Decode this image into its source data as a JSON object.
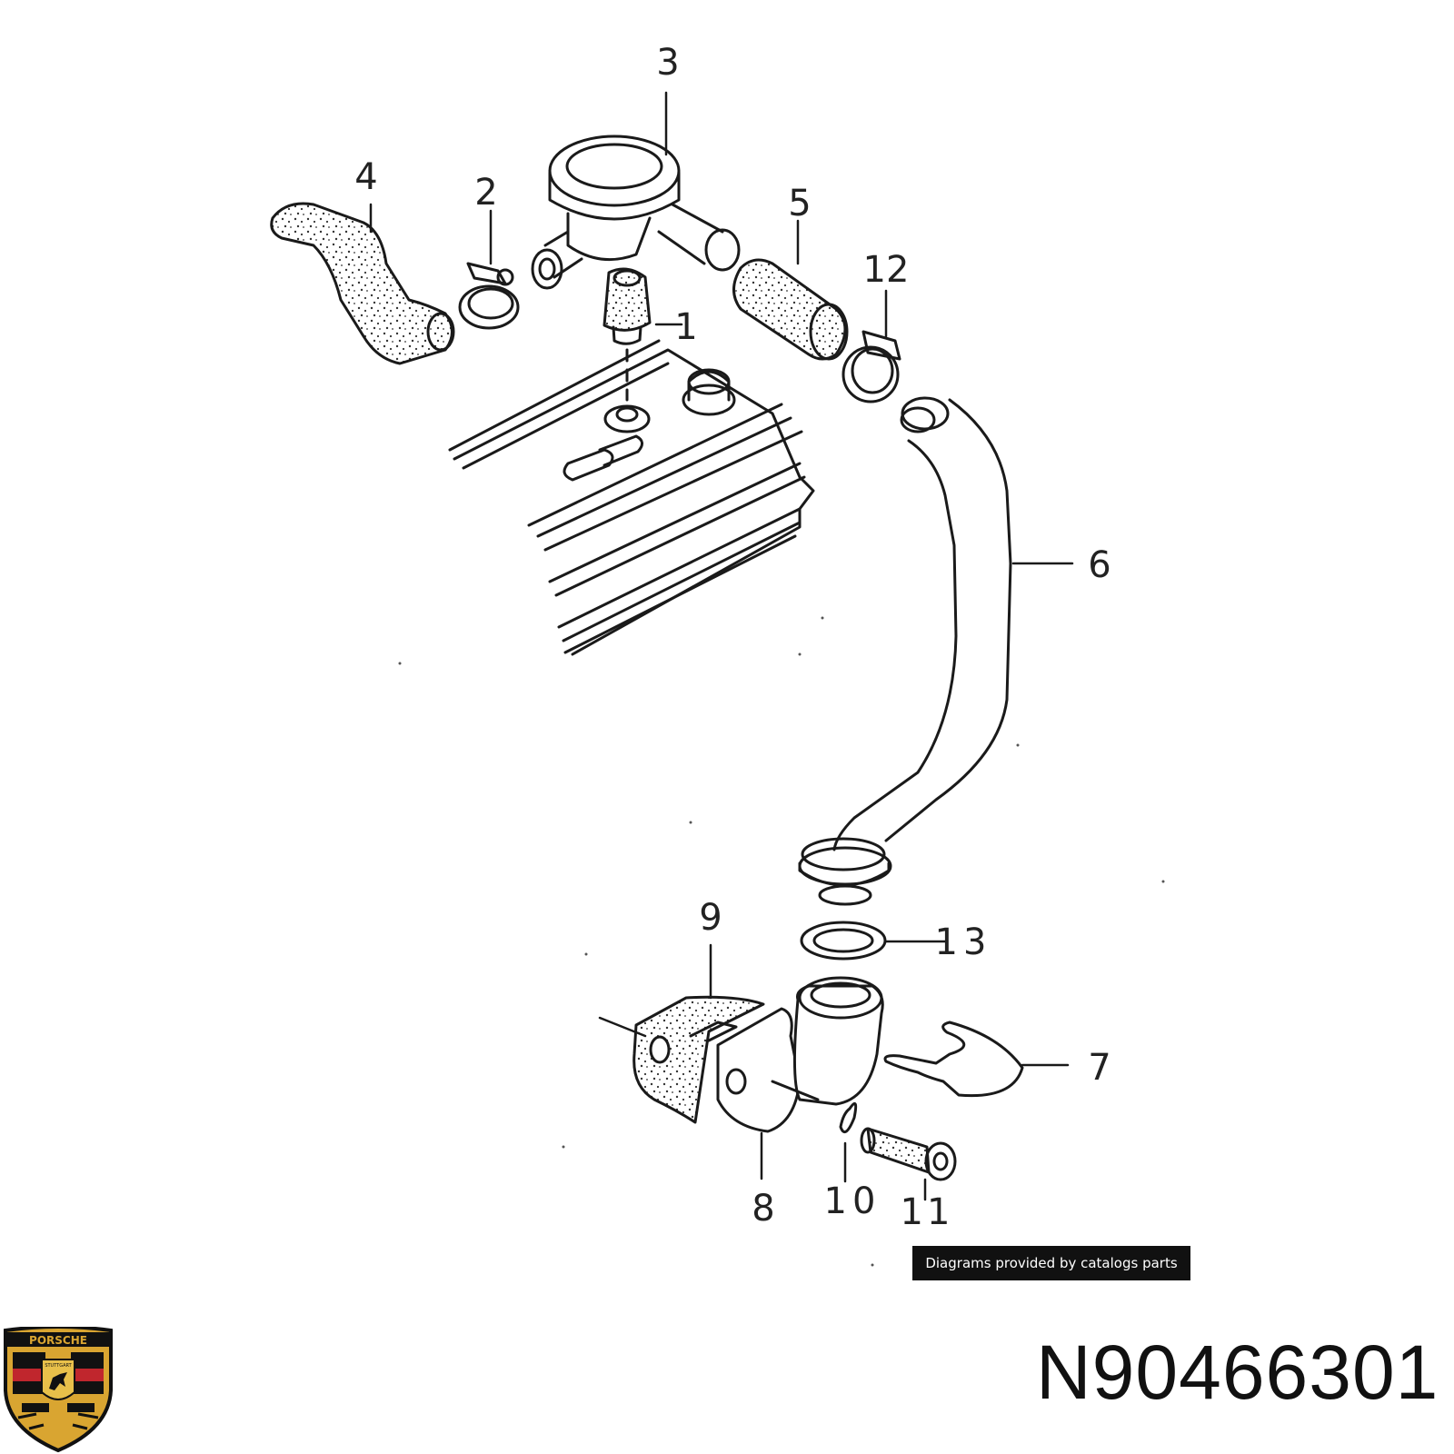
{
  "labels": [
    {
      "key": "1",
      "text": "1"
    },
    {
      "key": "2",
      "text": "2"
    },
    {
      "key": "3",
      "text": "3"
    },
    {
      "key": "4",
      "text": "4"
    },
    {
      "key": "5",
      "text": "5"
    },
    {
      "key": "6",
      "text": "6"
    },
    {
      "key": "7",
      "text": "7"
    },
    {
      "key": "8",
      "text": "8"
    },
    {
      "key": "9",
      "text": "9"
    },
    {
      "key": "10",
      "text": "10"
    },
    {
      "key": "11",
      "text": "11"
    },
    {
      "key": "12",
      "text": "12"
    },
    {
      "key": "13",
      "text": "13"
    }
  ],
  "caption": "Diagrams provided by catalogs parts",
  "part_number": "N90466301",
  "logo": {
    "icon": "porsche-crest-icon",
    "brand_text": "PORSCHE",
    "city_text": "STUTTGART",
    "colors": {
      "gold": "#d9a531",
      "red": "#c0262d",
      "black": "#111111"
    }
  }
}
